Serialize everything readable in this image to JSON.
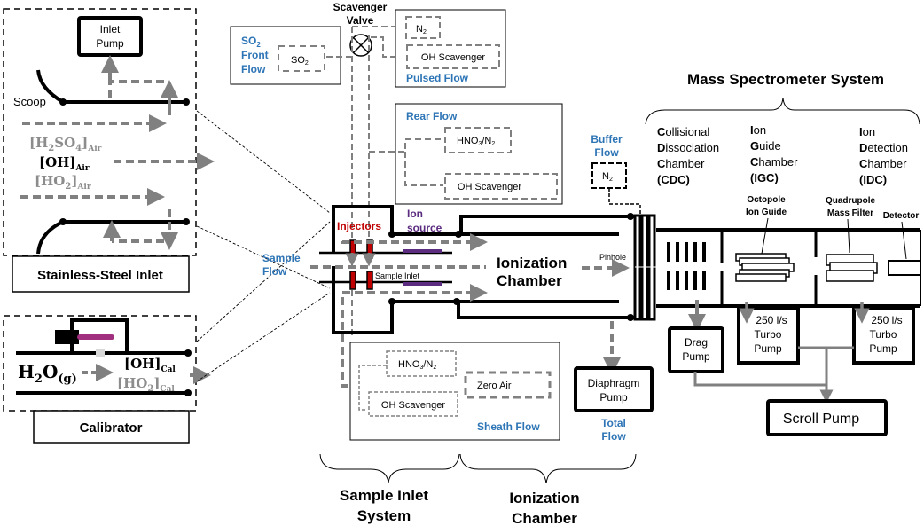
{
  "colors": {
    "flow_arrow": "#808080",
    "label_blue": "#2e75b6",
    "injector_red": "#c00000",
    "ion_source_purple": "#5b2c7f",
    "lamp_magenta": "#a0307f",
    "gray_species": "#8c8c8c"
  },
  "stainless_inlet": {
    "title": "Stainless-Steel Inlet",
    "inlet_pump": [
      "Inlet",
      "Pump"
    ],
    "scoop": "Scoop",
    "species": {
      "h2so4": {
        "base": "[H",
        "sub1": "2",
        "mid": "SO",
        "sub2": "4",
        "end": "]",
        "sub3": "Air"
      },
      "oh": {
        "base": "[OH]",
        "sub": "Air"
      },
      "ho2": {
        "base": "[HO",
        "sub1": "2",
        "end": "]",
        "sub2": "Air"
      }
    }
  },
  "calibrator": {
    "title": "Calibrator",
    "water": {
      "base": "H",
      "sub1": "2",
      "mid": "O",
      "sub2": "(g)"
    },
    "oh": {
      "base": "[OH]",
      "sub": "Cal"
    },
    "ho2": {
      "base": "[HO",
      "sub1": "2",
      "end": "]",
      "sub2": "Cal"
    }
  },
  "so2_front": {
    "label": [
      "SO",
      "2",
      "Front",
      "Flow"
    ],
    "box": {
      "base": "SO",
      "sub": "2"
    }
  },
  "scavenger_valve": {
    "label": [
      "Scavenger",
      "Valve"
    ]
  },
  "pulsed_flow": {
    "label": "Pulsed Flow",
    "n2": {
      "base": "N",
      "sub": "2"
    },
    "oh_scavenger": "OH Scavenger"
  },
  "rear_flow": {
    "label": "Rear Flow",
    "hno3": {
      "a": "HNO",
      "s1": "3",
      "b": "/N",
      "s2": "2"
    },
    "oh_scavenger": "OH Scavenger"
  },
  "buffer_flow": {
    "label": [
      "Buffer",
      "Flow"
    ],
    "n2": {
      "base": "N",
      "sub": "2"
    }
  },
  "sample_inlet": {
    "sample_flow": [
      "Sample",
      "Flow"
    ],
    "injectors": "Injectors",
    "ion_source": [
      "Ion",
      "source"
    ],
    "sample_inlet_label": "Sample Inlet"
  },
  "ionization_chamber": {
    "label": [
      "Ionization",
      "Chamber"
    ],
    "pinhole": "Pinhole"
  },
  "sheath_flow": {
    "label": "Sheath Flow",
    "hno3": {
      "a": "HNO",
      "s1": "3",
      "b": "/N",
      "s2": "2"
    },
    "zero_air": "Zero Air",
    "oh_scavenger": "OH Scavenger"
  },
  "diaphragm_pump": {
    "label": [
      "Diaphragm",
      "Pump"
    ],
    "total_flow": [
      "Total",
      "Flow"
    ]
  },
  "mass_spec": {
    "title": "Mass Spectrometer System",
    "chambers": [
      {
        "lines": [
          [
            "C",
            "ollisional"
          ],
          [
            "D",
            "issociation"
          ],
          [
            "C",
            "hamber"
          ]
        ],
        "abbr": "(CDC)"
      },
      {
        "lines": [
          [
            "I",
            "on"
          ],
          [
            "G",
            "uide"
          ],
          [
            "C",
            "hamber"
          ]
        ],
        "abbr": "(IGC)"
      },
      {
        "lines": [
          [
            "I",
            "on"
          ],
          [
            "D",
            "etection"
          ],
          [
            "C",
            "hamber"
          ]
        ],
        "abbr": "(IDC)"
      }
    ],
    "octopole": [
      "Octopole",
      "Ion Guide"
    ],
    "quadrupole": [
      "Quadrupole",
      "Mass Filter"
    ],
    "detector": "Detector",
    "drag_pump": [
      "Drag",
      "Pump"
    ],
    "turbo1": [
      "250 l/s",
      "Turbo",
      "Pump"
    ],
    "turbo2": [
      "250 l/s",
      "Turbo",
      "Pump"
    ],
    "scroll_pump": "Scroll Pump"
  },
  "bottom_labels": {
    "sample_inlet_system": [
      "Sample Inlet",
      "System"
    ],
    "ionization_chamber": [
      "Ionization",
      "Chamber"
    ]
  }
}
